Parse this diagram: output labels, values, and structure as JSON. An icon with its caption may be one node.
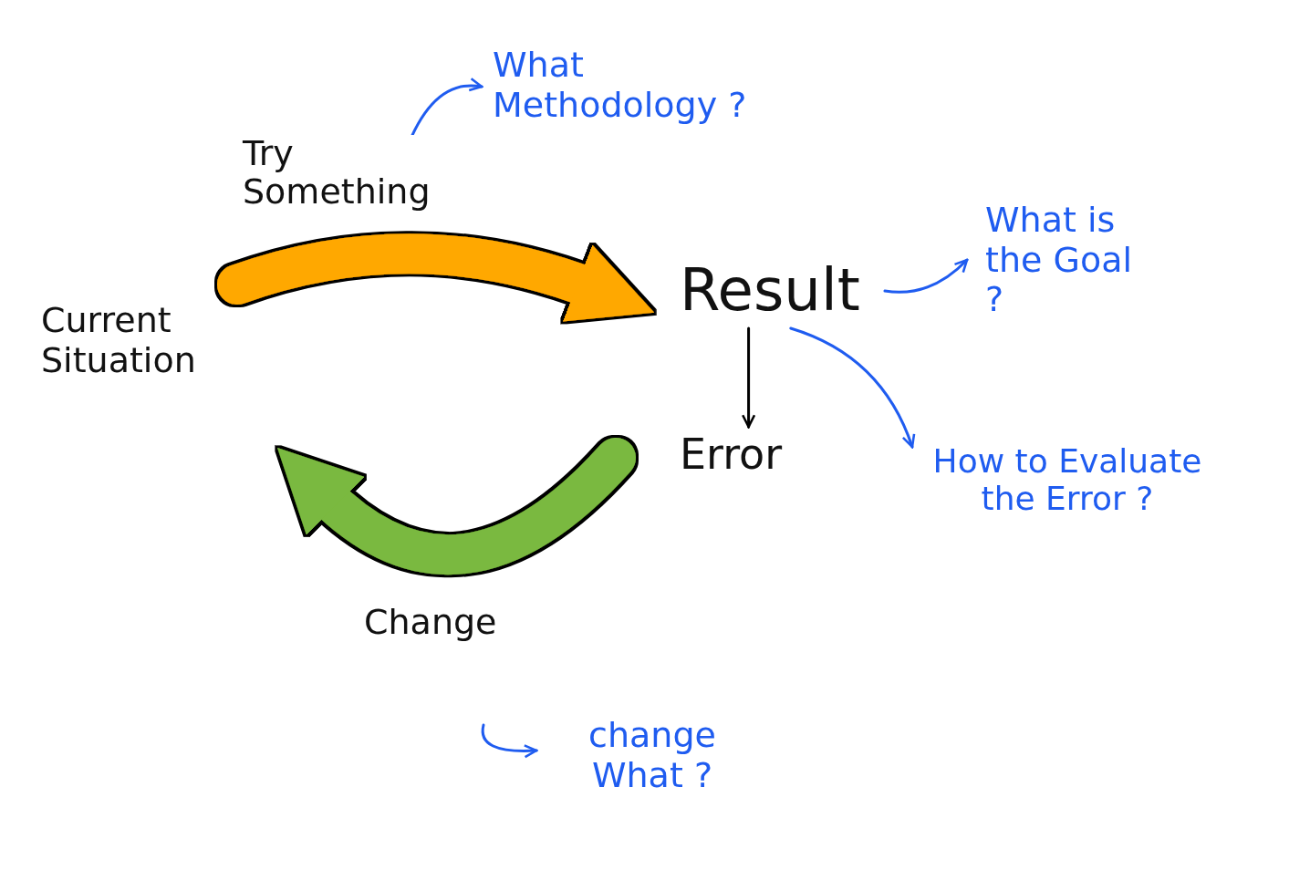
{
  "diagram": {
    "nodes": [
      {
        "text": [
          "Current Situation"
        ]
      },
      {
        "text": [
          "Result"
        ]
      },
      {
        "text": [
          "Error"
        ]
      },
      {
        "text": [
          "What Methodology ?"
        ]
      },
      {
        "text": [
          "What is the Goal ?"
        ]
      },
      {
        "text": [
          "How to Evaluate the Error ?"
        ]
      },
      {
        "text": [
          "change What ?"
        ]
      }
    ],
    "edges": [
      {
        "from": 0,
        "to": 1,
        "arrow": "to",
        "label": "Try Something",
        "style": "thick",
        "color": "#ffa800"
      },
      {
        "from": 2,
        "to": 0,
        "arrow": "to",
        "label": "Change",
        "style": "thick",
        "color": "#7ab93f"
      },
      {
        "from": 1,
        "to": 2,
        "arrow": "to",
        "color": "#000000"
      },
      {
        "from": null,
        "to": 3,
        "arrow": "to"
      },
      {
        "from": 1,
        "to": 4,
        "arrow": "to"
      },
      {
        "from": 1,
        "to": 5,
        "arrow": "to"
      },
      {
        "from": null,
        "to": 6,
        "arrow": "to"
      }
    ]
  }
}
